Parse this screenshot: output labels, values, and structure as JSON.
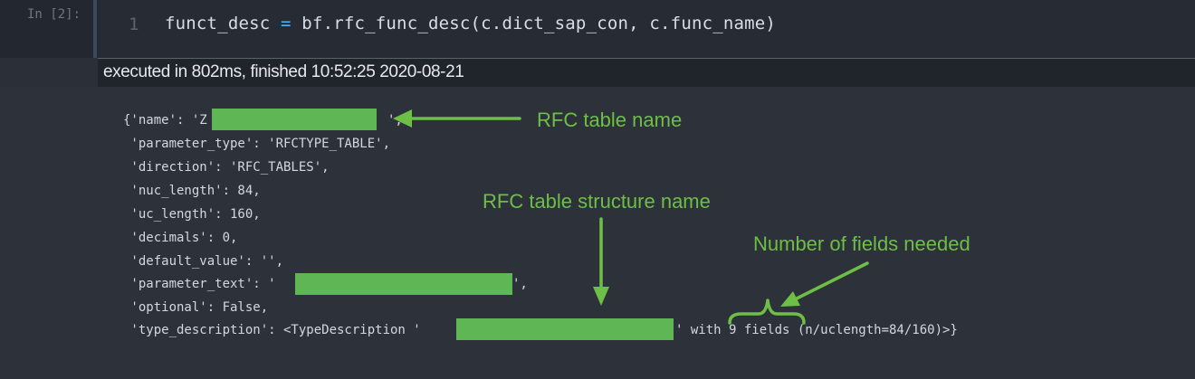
{
  "cell": {
    "prompt": "In [2]:",
    "line_number": "1",
    "code": {
      "lhs": "funct_desc ",
      "op": "=",
      "rhs": " bf.rfc_func_desc(c.dict_sap_con, c.func_name)"
    },
    "execution_status": "executed in 802ms, finished 10:52:25 2020-08-21"
  },
  "output": {
    "lines": [
      "{'name': 'Z",
      " 'parameter_type': 'RFCTYPE_TABLE',",
      " 'direction': 'RFC_TABLES',",
      " 'nuc_length': 84,",
      " 'uc_length': 160,",
      " 'decimals': 0,",
      " 'default_value': '',",
      " 'parameter_text': '",
      " 'optional': False,",
      " 'type_description': <TypeDescription '"
    ],
    "name_close": "',",
    "param_text_close": "',",
    "type_desc_tail": "' with 9 fields (n/uclength=84/160)>}"
  },
  "annotations": {
    "table_name": "RFC table name",
    "structure_name": "RFC table structure name",
    "fields_needed": "Number of fields needed",
    "color": "#6dbf46"
  },
  "colors": {
    "redaction": "#5fb655",
    "background": "#2c313a",
    "operator": "#4fb3ff"
  }
}
